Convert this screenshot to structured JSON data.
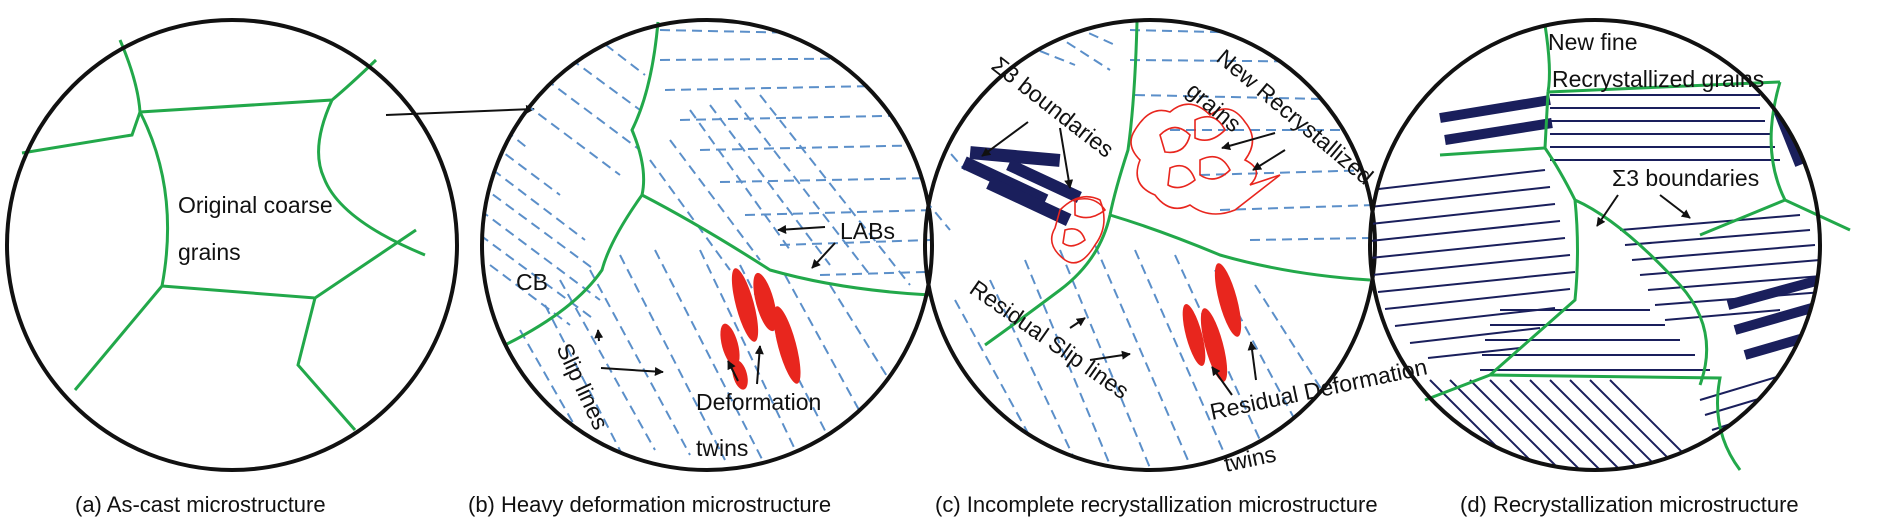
{
  "panels": {
    "a": {
      "caption": "(a) As-cast microstructure",
      "labels": {
        "original_coarse": "Original  coarse",
        "grains": "grains"
      }
    },
    "b": {
      "caption": "(b) Heavy deformation microstructure",
      "labels": {
        "cb": "CB",
        "labs": "LABs",
        "slip_lines": "Slip lines",
        "deformation": "Deformation",
        "twins": "twins"
      }
    },
    "c": {
      "caption": "(c) Incomplete recrystallization microstructure",
      "labels": {
        "sigma3_boundaries": "Σ3 boundaries",
        "new_recrystallized": "New Recrystallized",
        "grains": "grains",
        "residual_slip_lines": "Residual Slip lines",
        "residual_deformation": "Residual Deformation",
        "twins": "twins"
      }
    },
    "d": {
      "caption": "(d) Recrystallization microstructure",
      "labels": {
        "new_fine": "New fine",
        "recrystallized_grains": "Recrystallized grains",
        "sigma3_boundaries": "Σ3 boundaries"
      }
    }
  },
  "colors": {
    "grain_boundary": "#22a84a",
    "slip_line": "#5b8fc9",
    "twin": "#e8261e",
    "recrystallized_grain": "#e8261e",
    "annealing_twin": "#1a1f5c",
    "outline": "#111111"
  }
}
